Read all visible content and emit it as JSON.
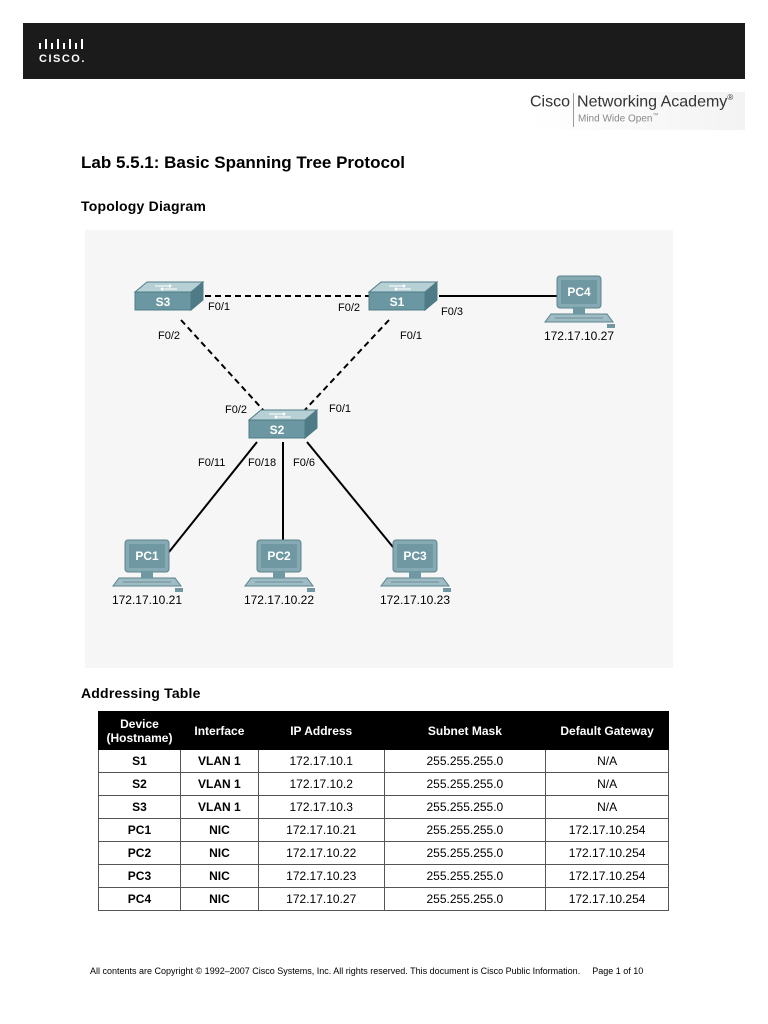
{
  "brand": {
    "logo_word": "CISCO.",
    "academy_cisco": "Cisco",
    "academy_name": "Networking Academy",
    "academy_reg": "®",
    "tagline": "Mind Wide Open",
    "tagline_tm": "™"
  },
  "title": "Lab 5.5.1: Basic Spanning Tree Protocol",
  "topology": {
    "heading": "Topology Diagram",
    "switches": [
      "S3",
      "S1",
      "S2"
    ],
    "pcs": [
      "PC4",
      "PC1",
      "PC2",
      "PC3"
    ],
    "pc_ips": {
      "PC4": "172.17.10.27",
      "PC1": "172.17.10.21",
      "PC2": "172.17.10.22",
      "PC3": "172.17.10.23"
    },
    "port_labels": {
      "s3_f01": "F0/1",
      "s1_f02": "F0/2",
      "s1_f03": "F0/3",
      "s3_f02": "F0/2",
      "s1_f01": "F0/1",
      "s2_f02": "F0/2",
      "s2_f01": "F0/1",
      "s2_f011": "F0/11",
      "s2_f018": "F0/18",
      "s2_f06": "F0/6"
    }
  },
  "addressing": {
    "heading": "Addressing Table",
    "columns": [
      "Device (Hostname)",
      "Interface",
      "IP Address",
      "Subnet Mask",
      "Default Gateway"
    ],
    "rows": [
      [
        "S1",
        "VLAN 1",
        "172.17.10.1",
        "255.255.255.0",
        "N/A"
      ],
      [
        "S2",
        "VLAN 1",
        "172.17.10.2",
        "255.255.255.0",
        "N/A"
      ],
      [
        "S3",
        "VLAN 1",
        "172.17.10.3",
        "255.255.255.0",
        "N/A"
      ],
      [
        "PC1",
        "NIC",
        "172.17.10.21",
        "255.255.255.0",
        "172.17.10.254"
      ],
      [
        "PC2",
        "NIC",
        "172.17.10.22",
        "255.255.255.0",
        "172.17.10.254"
      ],
      [
        "PC3",
        "NIC",
        "172.17.10.23",
        "255.255.255.0",
        "172.17.10.254"
      ],
      [
        "PC4",
        "NIC",
        "172.17.10.27",
        "255.255.255.0",
        "172.17.10.254"
      ]
    ]
  },
  "footer": {
    "copyright": "All contents are Copyright © 1992–2007 Cisco Systems, Inc. All rights reserved. This document is Cisco Public Information.",
    "page": "Page 1 of 10"
  },
  "colors": {
    "header_bar": "#1b1b1b",
    "switch_top": "#a9c6cd",
    "switch_front": "#5f8f9a",
    "pc_body": "#7ea3ad",
    "table_header": "#000000"
  }
}
